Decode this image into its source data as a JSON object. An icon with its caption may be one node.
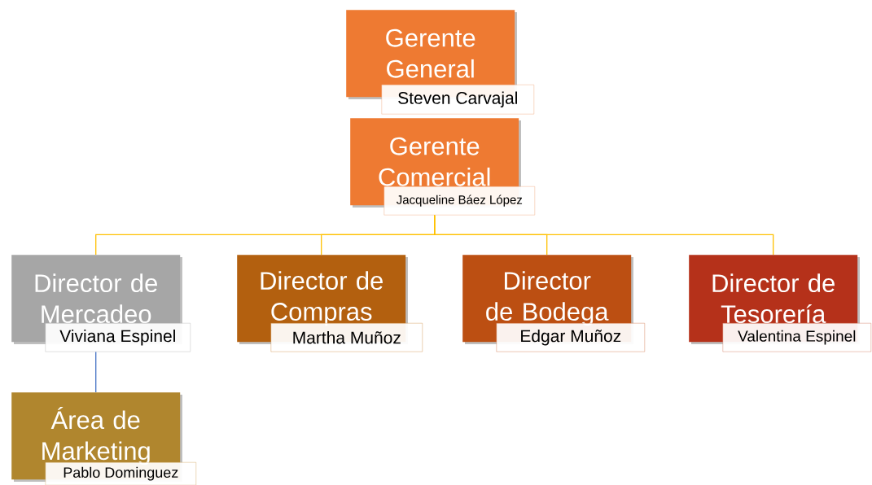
{
  "diagram": {
    "nodes": [
      {
        "text": [
          "Gerente General",
          "Steven Carvajal"
        ]
      },
      {
        "text": [
          "Gerente Comercial",
          "Jacqueline Báez López"
        ]
      },
      {
        "text": [
          "Director de Mercadeo",
          "Viviana Espinel"
        ]
      },
      {
        "text": [
          "Director de Compras",
          "Martha Muñoz"
        ]
      },
      {
        "text": [
          "Director de Bodega",
          "Edgar  Muñoz"
        ]
      },
      {
        "text": [
          "Director de Tesorería",
          "Valentina Espinel"
        ]
      },
      {
        "text": [
          "Área de Marketing",
          "Pablo Dominguez"
        ]
      }
    ],
    "edges": [
      {
        "from": 1,
        "to": 2,
        "arrow": "none"
      },
      {
        "from": 1,
        "to": 3,
        "arrow": "none"
      },
      {
        "from": 1,
        "to": 4,
        "arrow": "none"
      },
      {
        "from": 1,
        "to": 5,
        "arrow": "none"
      },
      {
        "from": 2,
        "to": 6,
        "arrow": "none",
        "color": "#4472c4"
      }
    ]
  }
}
